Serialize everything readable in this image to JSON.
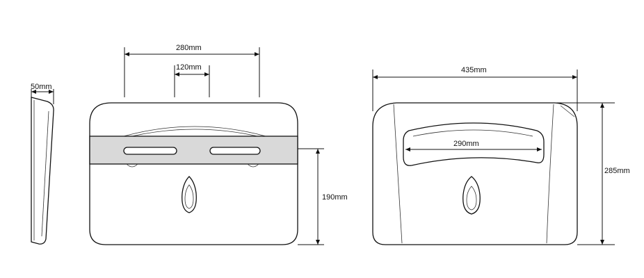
{
  "dimensions": {
    "side_depth": "50mm",
    "front_width": "280mm",
    "slot_spacing": "120mm",
    "front_lower_height": "190mm",
    "open_width": "435mm",
    "open_window_width": "290mm",
    "open_height": "285mm"
  },
  "colors": {
    "line": "#111111",
    "band": "#d9d9d9",
    "background": "#ffffff"
  }
}
